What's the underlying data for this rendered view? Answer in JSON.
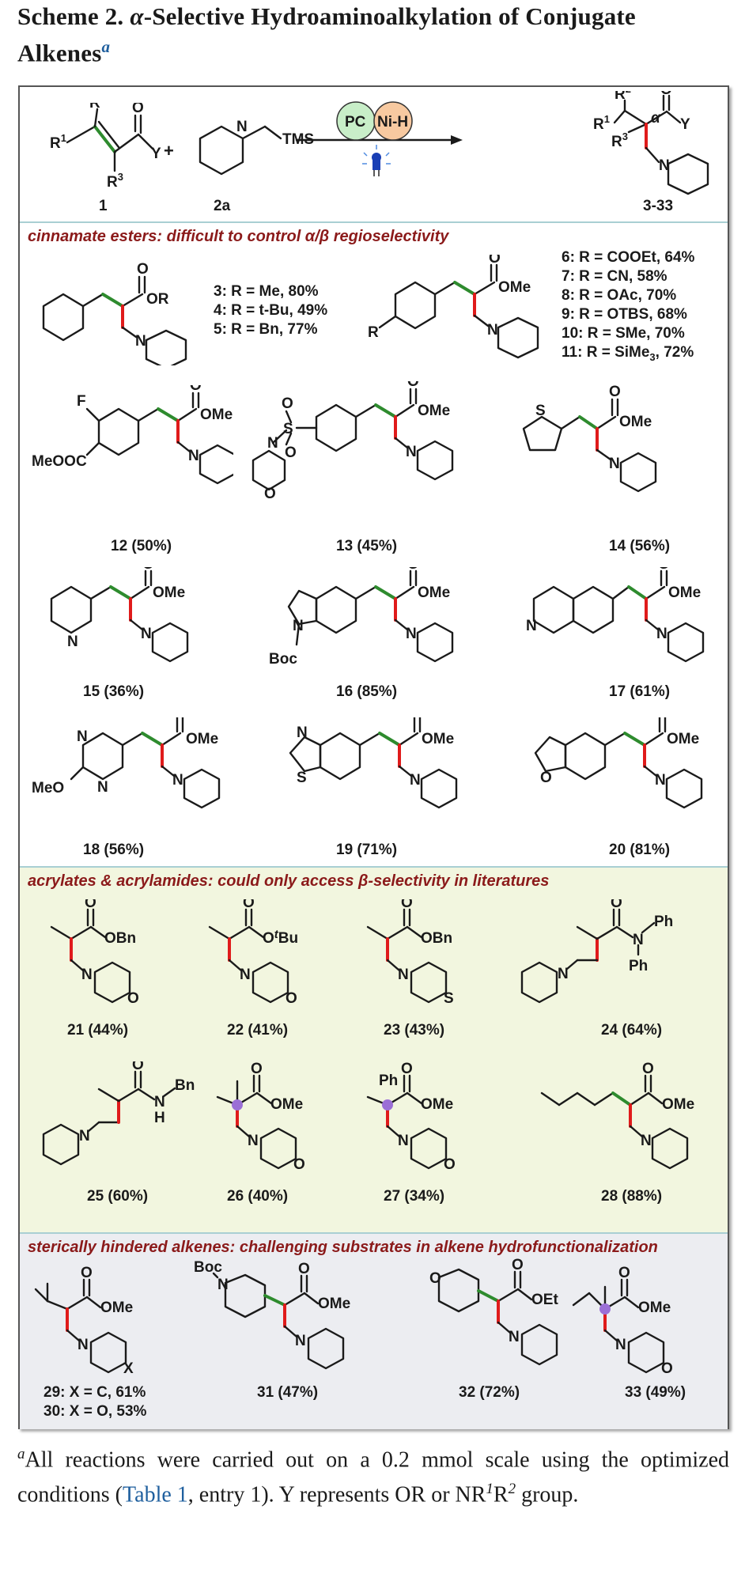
{
  "title": {
    "prefix": "Scheme 2. ",
    "alpha": "α",
    "rest": "-Selective Hydroaminoalkylation of Conjugate Alkenes",
    "footnote_mark": "a"
  },
  "reaction": {
    "substrate_label": "1",
    "reagent_label": "2a",
    "product_label": "3-33",
    "plus": "+",
    "reagent_group": "TMS",
    "catalyst1": "PC",
    "catalyst2": "Ni-H",
    "r1": "R",
    "r2": "R",
    "r3": "R",
    "y": "Y",
    "o": "O",
    "n": "N",
    "alpha_mark": "α"
  },
  "sections": {
    "cinnamate": "cinnamate esters: difficult to control α/β regioselectivity",
    "acrylate": "acrylates & acrylamides: could only access β-selectivity in literatures",
    "hindered": "sterically hindered alkenes: challenging substrates in alkene hydrofunctionalization"
  },
  "rgroups_a": [
    "3: R = Me, 80%",
    "4: R = t-Bu, 49%",
    "5: R = Bn, 77%"
  ],
  "rgroups_b": [
    "6: R = COOEt, 64%",
    "7: R = CN, 58%",
    "8: R = OAc, 70%",
    "9: R = OTBS, 68%",
    "10: R = SMe, 70%",
    "11: R = SiMe3, 72%"
  ],
  "captions": {
    "c12": "12 (50%)",
    "c13": "13 (45%)",
    "c14": "14 (56%)",
    "c15": "15 (36%)",
    "c16": "16 (85%)",
    "c17": "17 (61%)",
    "c18": "18 (56%)",
    "c19": "19 (71%)",
    "c20": "20 (81%)",
    "c21": "21 (44%)",
    "c22": "22 (41%)",
    "c23": "23 (43%)",
    "c24": "24 (64%)",
    "c25": "25 (60%)",
    "c26": "26 (40%)",
    "c27": "27 (34%)",
    "c28": "28 (88%)",
    "c29": "29: X = C, 61%",
    "c30": "30: X = O, 53%",
    "c31": "31 (47%)",
    "c32": "32 (72%)",
    "c33": "33 (49%)"
  },
  "atoms": {
    "or": "OR",
    "ome": "OMe",
    "oet": "OEt",
    "obn": "OBn",
    "otbu": "O",
    "tbu": "tBu",
    "o": "O",
    "n": "N",
    "s": "S",
    "x": "X",
    "f": "F",
    "meooc": "MeOOC",
    "meo": "MeO",
    "boc": "Boc",
    "bn": "Bn",
    "ph": "Ph",
    "h": "H",
    "r": "R"
  },
  "footnote": {
    "mark": "a",
    "part1": "All reactions were carried out on a 0.2 mmol scale using the optimized conditions (",
    "link": "Table 1",
    "part2": ", entry 1). Y represents OR or NR",
    "part3": "R",
    "part4": " group."
  },
  "colors": {
    "red_bond": "#e01b1b",
    "green_bond": "#2e8b2e",
    "section_title": "#8b1a1a",
    "acrylate_bg": "#f2f6df",
    "hindered_bg": "#ecedf1",
    "radical_dot": "#9b6fd6"
  }
}
